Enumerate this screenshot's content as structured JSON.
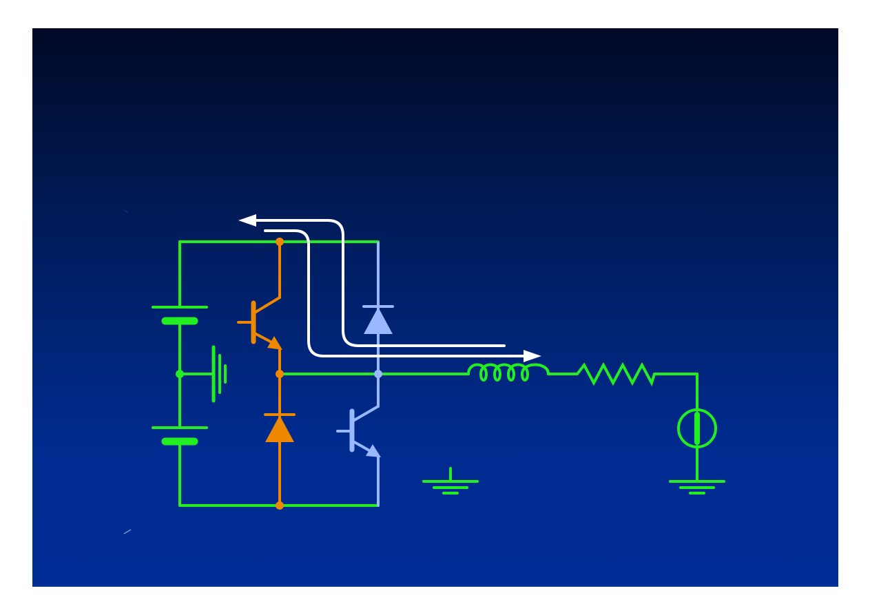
{
  "diagram": {
    "colors": {
      "background_top": "#000a26",
      "background_bottom": "#002d96",
      "wire": "#22ee22",
      "upper_switch": "#ee8800",
      "lower_switch": "#99b8ff",
      "current_path": "#ffffff"
    },
    "components": [
      "battery-upper",
      "battery-lower",
      "ground-midpoint",
      "transistor-upper",
      "diode-upper",
      "transistor-lower",
      "diode-lower",
      "inductor",
      "resistor",
      "current-source",
      "ground-center",
      "ground-right"
    ],
    "current_path_arrows": 2
  }
}
